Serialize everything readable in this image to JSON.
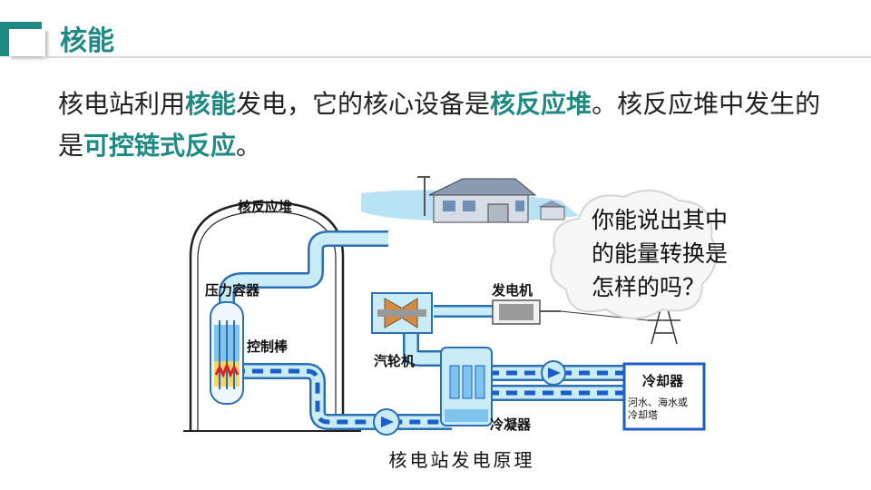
{
  "header": {
    "title": "核能"
  },
  "intro": {
    "segments": [
      {
        "text": "核电站利用",
        "highlight": false
      },
      {
        "text": "核能",
        "highlight": true
      },
      {
        "text": "发电，它的核心设备是",
        "highlight": false
      },
      {
        "text": "核反应堆",
        "highlight": true
      },
      {
        "text": "。核反应堆中发生的是",
        "highlight": false
      },
      {
        "text": "可控链式反应",
        "highlight": true
      },
      {
        "text": "。",
        "highlight": false
      }
    ]
  },
  "diagram": {
    "labels": {
      "reactor": "核反应堆",
      "pressure_vessel": "压力容器",
      "control_rods": "控制棒",
      "turbine": "汽轮机",
      "generator": "发电机",
      "condenser": "冷凝器",
      "cooler": "冷却器",
      "cooler_note_1": "河水、海水或",
      "cooler_note_2": "冷却塔"
    },
    "caption": "核电站发电原理"
  },
  "bubble": {
    "lines": [
      "你能说出其中",
      "的能量转换是",
      "怎样的吗？"
    ]
  },
  "colors": {
    "accent": "#1f8a82",
    "pipe_light": "#c9ecf7",
    "pipe_dark": "#1c5ec9",
    "pipe_outline": "#2d6fb3"
  }
}
